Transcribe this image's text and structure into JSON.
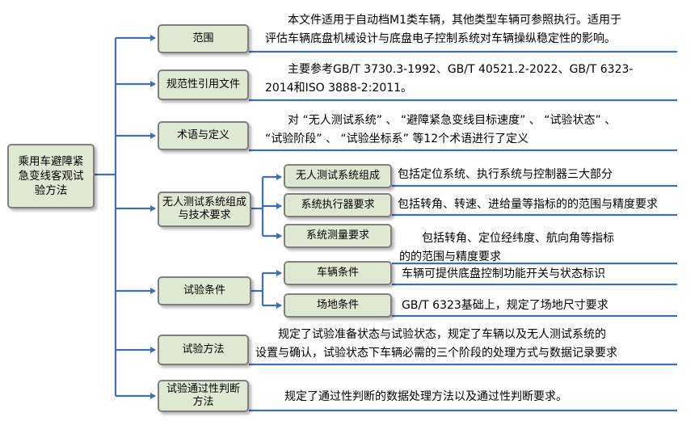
{
  "root": {
    "label": "乘用车避障紧急变线客观试验方法"
  },
  "branches": [
    {
      "label": "范围",
      "desc_lines": [
        "本文件适用于自动档M1类车辆，其他类型车辆可参照执行。适用于",
        "评估车辆底盘机械设计与底盘电子控制系统对车辆操纵稳定性的影响。"
      ]
    },
    {
      "label": "规范性引用文件",
      "desc_lines": [
        "主要参考GB/T 3730.3-1992、GB/T 40521.2-2022、GB/T 6323-",
        "2014和ISO 3888-2:2011。"
      ]
    },
    {
      "label": "术语与定义",
      "desc_lines": [
        "对 “无人测试系统” 、 “避障紧急变线目标速度” 、 “试验状态” 、",
        "“试验阶段” 、 “试验坐标系” 等12个术语进行了定义"
      ]
    },
    {
      "label": "无人测试系统组成与技术要求",
      "children": [
        {
          "label": "无人测试系统组成",
          "desc_lines": [
            "包括定位系统、执行系统与控制器三大部分"
          ]
        },
        {
          "label": "系统执行器要求",
          "desc_lines": [
            "包括转角、转速、进给量等指标的的范围与精度要求"
          ]
        },
        {
          "label": "系统测量要求",
          "desc_lines": [
            "包括转角、定位经纬度、航向角等指标",
            "的的范围与精度要求"
          ]
        }
      ]
    },
    {
      "label": "试验条件",
      "children": [
        {
          "label": "车辆条件",
          "desc_lines": [
            "车辆可提供底盘控制功能开关与状态标识"
          ]
        },
        {
          "label": "场地条件",
          "desc_lines": [
            "GB/T 6323基础上，规定了场地尺寸要求"
          ]
        }
      ]
    },
    {
      "label": "试验方法",
      "desc_lines": [
        "规定了试验准备状态与试验状态，规定了车辆以及无人测试系统的",
        "设置与确认，试验状态下车辆必需的三个阶段的处理方式与数据记录要求"
      ]
    },
    {
      "label": "试验通过性判断方法",
      "desc_lines": [
        "规定了通过性判断的数据处理方法以及通过性判断要求。"
      ]
    }
  ]
}
